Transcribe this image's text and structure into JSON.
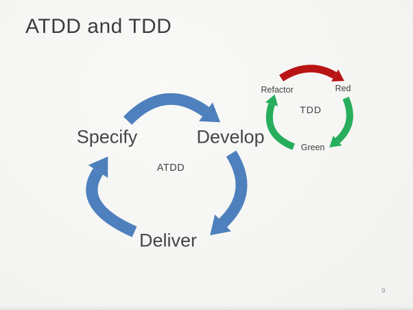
{
  "slide": {
    "title": "ATDD and TDD",
    "page_number": "9",
    "colors": {
      "blue": "#4d80bd",
      "red": "#b81414",
      "green": "#26ae5c",
      "title_text": "#3c3c3c",
      "label_text": "#454545",
      "background": "#f5f5f3"
    }
  },
  "atdd_cycle": {
    "caption": "ATDD",
    "nodes": [
      {
        "label": "Specify"
      },
      {
        "label": "Develop"
      },
      {
        "label": "Deliver"
      }
    ],
    "arrows": [
      {
        "from": "Specify",
        "to": "Develop",
        "color": "blue"
      },
      {
        "from": "Develop",
        "to": "Deliver",
        "color": "blue"
      },
      {
        "from": "Deliver",
        "to": "Specify",
        "color": "blue"
      }
    ]
  },
  "tdd_cycle": {
    "caption": "TDD",
    "nodes": [
      {
        "label": "Refactor"
      },
      {
        "label": "Red"
      },
      {
        "label": "Green"
      }
    ],
    "arrows": [
      {
        "from": "Refactor",
        "to": "Red",
        "color": "red"
      },
      {
        "from": "Red",
        "to": "Green",
        "color": "green"
      },
      {
        "from": "Green",
        "to": "Refactor",
        "color": "green"
      }
    ]
  }
}
